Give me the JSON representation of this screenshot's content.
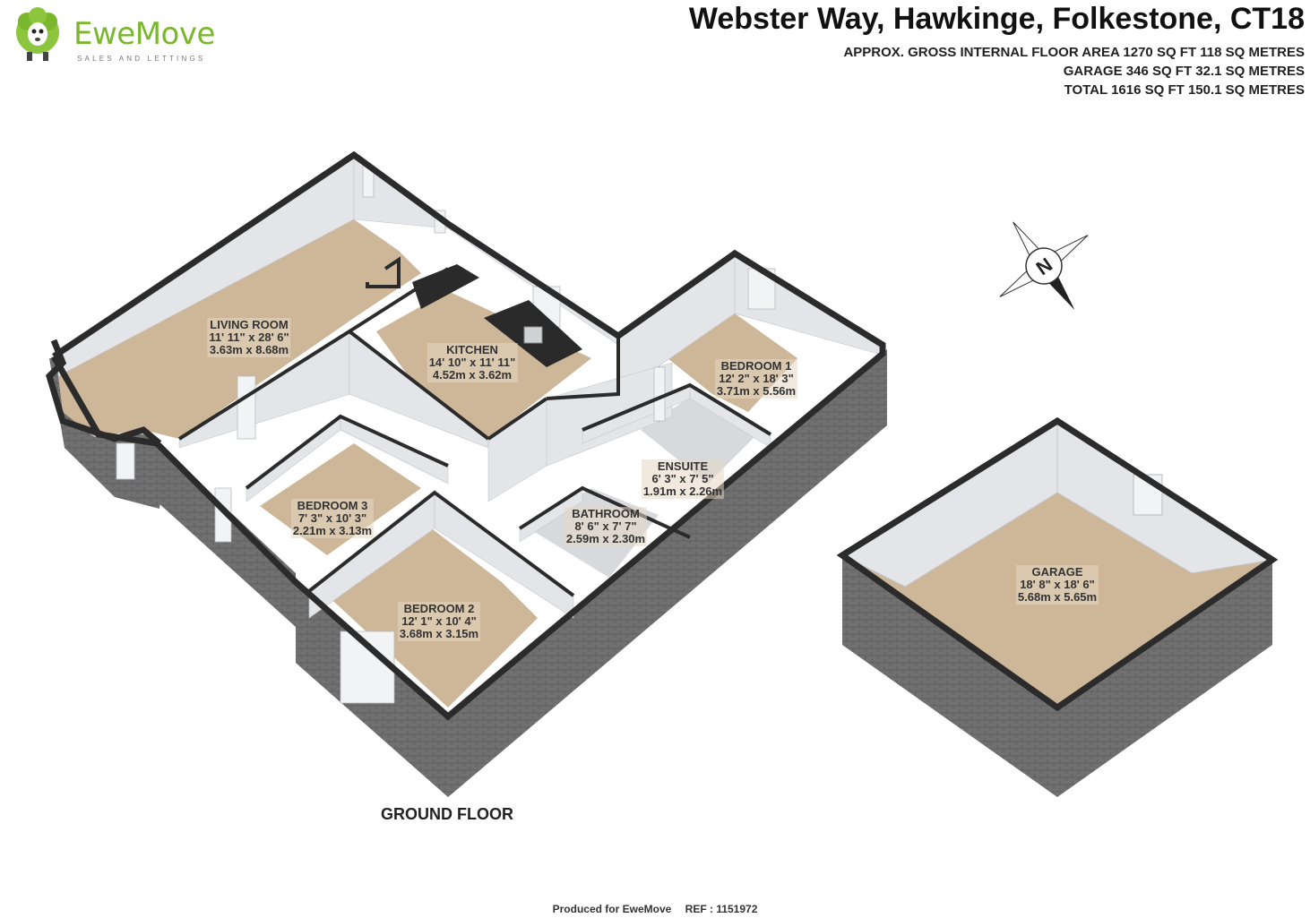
{
  "brand": {
    "name": "EweMove",
    "tagline": "SALES AND LETTINGS",
    "green": "#7ab72e"
  },
  "header": {
    "address": "Webster Way, Hawkinge, Folkestone, CT18",
    "area_line": "APPROX. GROSS INTERNAL FLOOR AREA 1270 SQ FT 118 SQ METRES",
    "garage_line": "GARAGE 346 SQ FT 32.1 SQ METRES",
    "total_line": "TOTAL 1616 SQ FT 150.1 SQ METRES"
  },
  "rooms": [
    {
      "name": "LIVING ROOM",
      "imperial": "11' 11\" x 28' 6\"",
      "metric": "3.63m x 8.68m"
    },
    {
      "name": "KITCHEN",
      "imperial": "14' 10\" x 11' 11\"",
      "metric": "4.52m x 3.62m"
    },
    {
      "name": "BEDROOM 1",
      "imperial": "12' 2\" x 18' 3\"",
      "metric": "3.71m x 5.56m"
    },
    {
      "name": "ENSUITE",
      "imperial": "6' 3\" x 7' 5\"",
      "metric": "1.91m x 2.26m"
    },
    {
      "name": "BATHROOM",
      "imperial": "8' 6\" x 7' 7\"",
      "metric": "2.59m x 2.30m"
    },
    {
      "name": "BEDROOM 3",
      "imperial": "7' 3\" x 10' 3\"",
      "metric": "2.21m x 3.13m"
    },
    {
      "name": "BEDROOM 2",
      "imperial": "12' 1\" x 10' 4\"",
      "metric": "3.68m x 3.15m"
    },
    {
      "name": "GARAGE",
      "imperial": "18' 8\" x 18' 6\"",
      "metric": "5.68m x 5.65m"
    }
  ],
  "floor_caption": "GROUND FLOOR",
  "compass": {
    "label": "N"
  },
  "footer": {
    "produced": "Produced for EweMove",
    "ref": "REF : 1151972"
  },
  "colors": {
    "floor": "#cdb798",
    "wall_inner": "#e2e4e8",
    "wall_top": "#2b2b2b",
    "brick": "#6e6e6e"
  }
}
